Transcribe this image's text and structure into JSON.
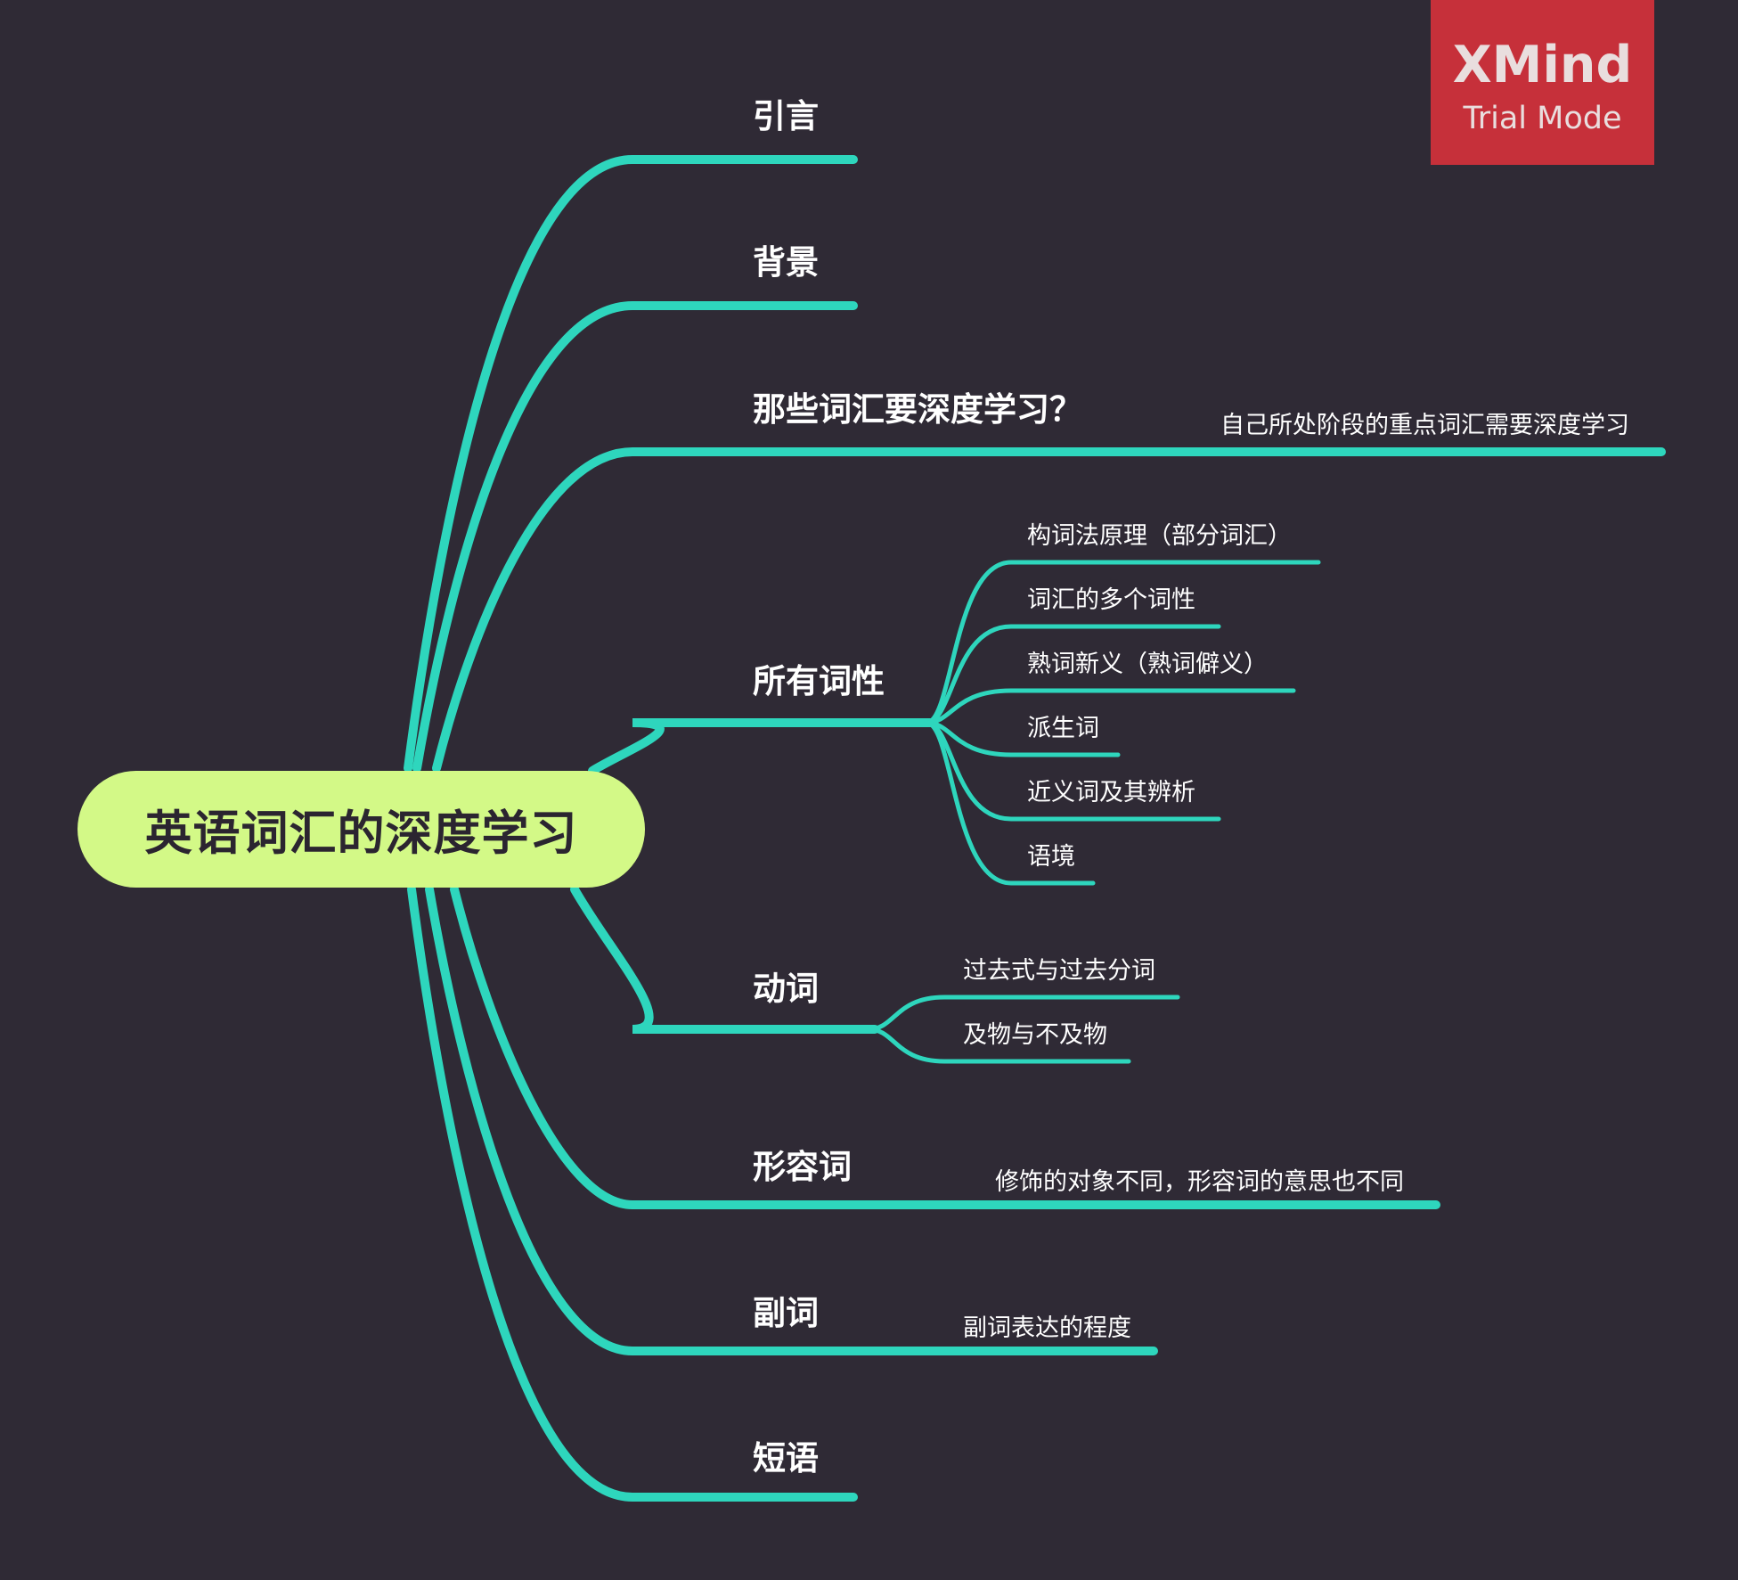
{
  "root": {
    "label": "英语词汇的深度学习"
  },
  "watermark": {
    "brand": "XMind",
    "mode": "Trial Mode"
  },
  "colors": {
    "background": "#2f2a35",
    "connector": "#2ed6bd",
    "root_fill": "#d3f987",
    "root_text": "#2b2530",
    "watermark": "#c6303a"
  },
  "branches": [
    {
      "label": "引言",
      "children": []
    },
    {
      "label": "背景",
      "children": []
    },
    {
      "label": "那些词汇要深度学习？",
      "children": [
        "自己所处阶段的重点词汇需要深度学习"
      ]
    },
    {
      "label": "所有词性",
      "children": [
        "构词法原理（部分词汇）",
        "词汇的多个词性",
        "熟词新义（熟词僻义）",
        "派生词",
        "近义词及其辨析",
        "语境"
      ]
    },
    {
      "label": "动词",
      "children": [
        "过去式与过去分词",
        "及物与不及物"
      ]
    },
    {
      "label": "形容词",
      "children": [
        "修饰的对象不同，形容词的意思也不同"
      ]
    },
    {
      "label": "副词",
      "children": [
        "副词表达的程度"
      ]
    },
    {
      "label": "短语",
      "children": []
    }
  ]
}
